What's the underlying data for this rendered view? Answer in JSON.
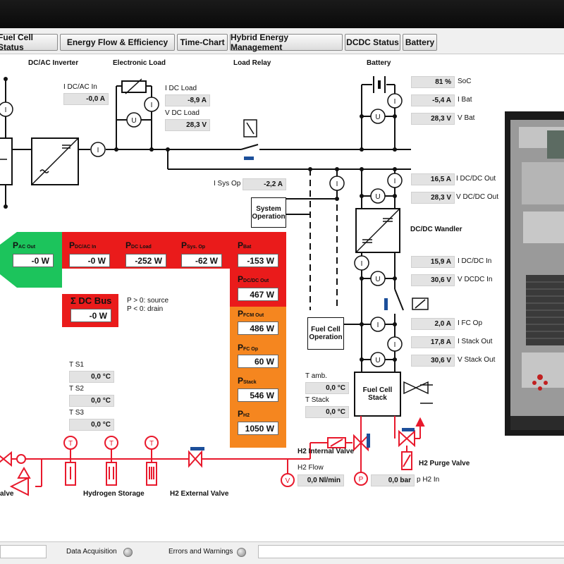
{
  "tabs": [
    {
      "label": "Fuel Cell Status"
    },
    {
      "label": "Energy Flow & Efficiency"
    },
    {
      "label": "Time-Chart"
    },
    {
      "label": "Hybrid Energy Management"
    },
    {
      "label": "DCDC Status"
    },
    {
      "label": "Battery"
    }
  ],
  "headers": {
    "dcac_inverter": "DC/AC Inverter",
    "electronic_load": "Electronic Load",
    "load_relay": "Load Relay",
    "battery": "Battery",
    "dcdc_wandler": "DC/DC Wandler",
    "hydrogen_storage": "Hydrogen Storage",
    "h2_external_valve": "H2 External Valve",
    "h2_internal_valve": "H2 Internal Valve",
    "h2_purge_valve": "H2 Purge Valve",
    "valve_partial": "alve"
  },
  "blocks": {
    "system_operation": "System Operation",
    "fuel_cell_operation": "Fuel Cell Operation",
    "fuel_cell_stack": "Fuel Cell Stack"
  },
  "measurements": {
    "i_dcac_in": {
      "label": "I DC/AC In",
      "value": "-0,0 A"
    },
    "i_dc_load": {
      "label": "I DC Load",
      "value": "-8,9 A"
    },
    "v_dc_load": {
      "label": "V DC Load",
      "value": "28,3 V"
    },
    "i_sys_op": {
      "label": "I Sys Op",
      "value": "-2,2 A"
    },
    "soc": {
      "label": "SoC",
      "value": "81 %"
    },
    "i_bat": {
      "label": "I Bat",
      "value": "-5,4 A"
    },
    "v_bat": {
      "label": "V Bat",
      "value": "28,3 V"
    },
    "i_dcdc_out": {
      "label": "I DC/DC Out",
      "value": "16,5 A"
    },
    "v_dcdc_out": {
      "label": "V DC/DC Out",
      "value": "28,3 V"
    },
    "i_dcdc_in": {
      "label": "I DC/DC In",
      "value": "15,9 A"
    },
    "v_dcdc_in": {
      "label": "V DCDC In",
      "value": "30,6 V"
    },
    "i_fc_op": {
      "label": "I FC Op",
      "value": "2,0 A"
    },
    "i_stack_out": {
      "label": "I Stack Out",
      "value": "17,8 A"
    },
    "v_stack_out": {
      "label": "V Stack Out",
      "value": "30,6 V"
    },
    "t_s1": {
      "label": "T S1",
      "value": "0,0 °C"
    },
    "t_s2": {
      "label": "T S2",
      "value": "0,0 °C"
    },
    "t_s3": {
      "label": "T S3",
      "value": "0,0 °C"
    },
    "t_amb": {
      "label": "T amb.",
      "value": "0,0 °C"
    },
    "t_stack": {
      "label": "T Stack",
      "value": "0,0 °C"
    },
    "h2_flow": {
      "label": "H2 Flow",
      "value": "0,0 Nl/min"
    },
    "p_h2_in": {
      "label": "p H2 In",
      "value": "0,0 bar"
    }
  },
  "power": {
    "p_ac_out": {
      "main": "P",
      "sub": "AC Out",
      "value": "-0 W"
    },
    "p_dcac_in": {
      "main": "P",
      "sub": "DC/AC In",
      "value": "-0 W"
    },
    "p_dc_load": {
      "main": "P",
      "sub": "DC Load",
      "value": "-252 W"
    },
    "p_sys_op": {
      "main": "P",
      "sub": "Sys. Op",
      "value": "-62 W"
    },
    "p_bat": {
      "main": "P",
      "sub": "Bat",
      "value": "-153 W"
    },
    "p_dcdc_out": {
      "main": "P",
      "sub": "DC/DC Out",
      "value": "467 W"
    },
    "p_fcm_out": {
      "main": "P",
      "sub": "FCM Out",
      "value": "486 W"
    },
    "p_fc_op": {
      "main": "P",
      "sub": "FC Op",
      "value": "60 W"
    },
    "p_stack": {
      "main": "P",
      "sub": "Stack",
      "value": "546 W"
    },
    "p_h2": {
      "main": "P",
      "sub": "H2",
      "value": "1050 W"
    }
  },
  "dc_bus": {
    "label": "Σ DC Bus",
    "value": "-0 W",
    "note1": "P > 0: source",
    "note2": "P < 0: drain"
  },
  "meter_letters": {
    "current": "I",
    "voltage": "U",
    "temperature": "T",
    "pressure": "P",
    "flow": "V"
  },
  "status": {
    "data_acquisition": "Data Acquisition",
    "errors_warnings": "Errors and Warnings"
  },
  "colors": {
    "red": "#ea1b1b",
    "green": "#1cc45c",
    "orange": "#f5861f",
    "hydrogen": "#e8192c",
    "valve_blue": "#1c4f9a"
  }
}
